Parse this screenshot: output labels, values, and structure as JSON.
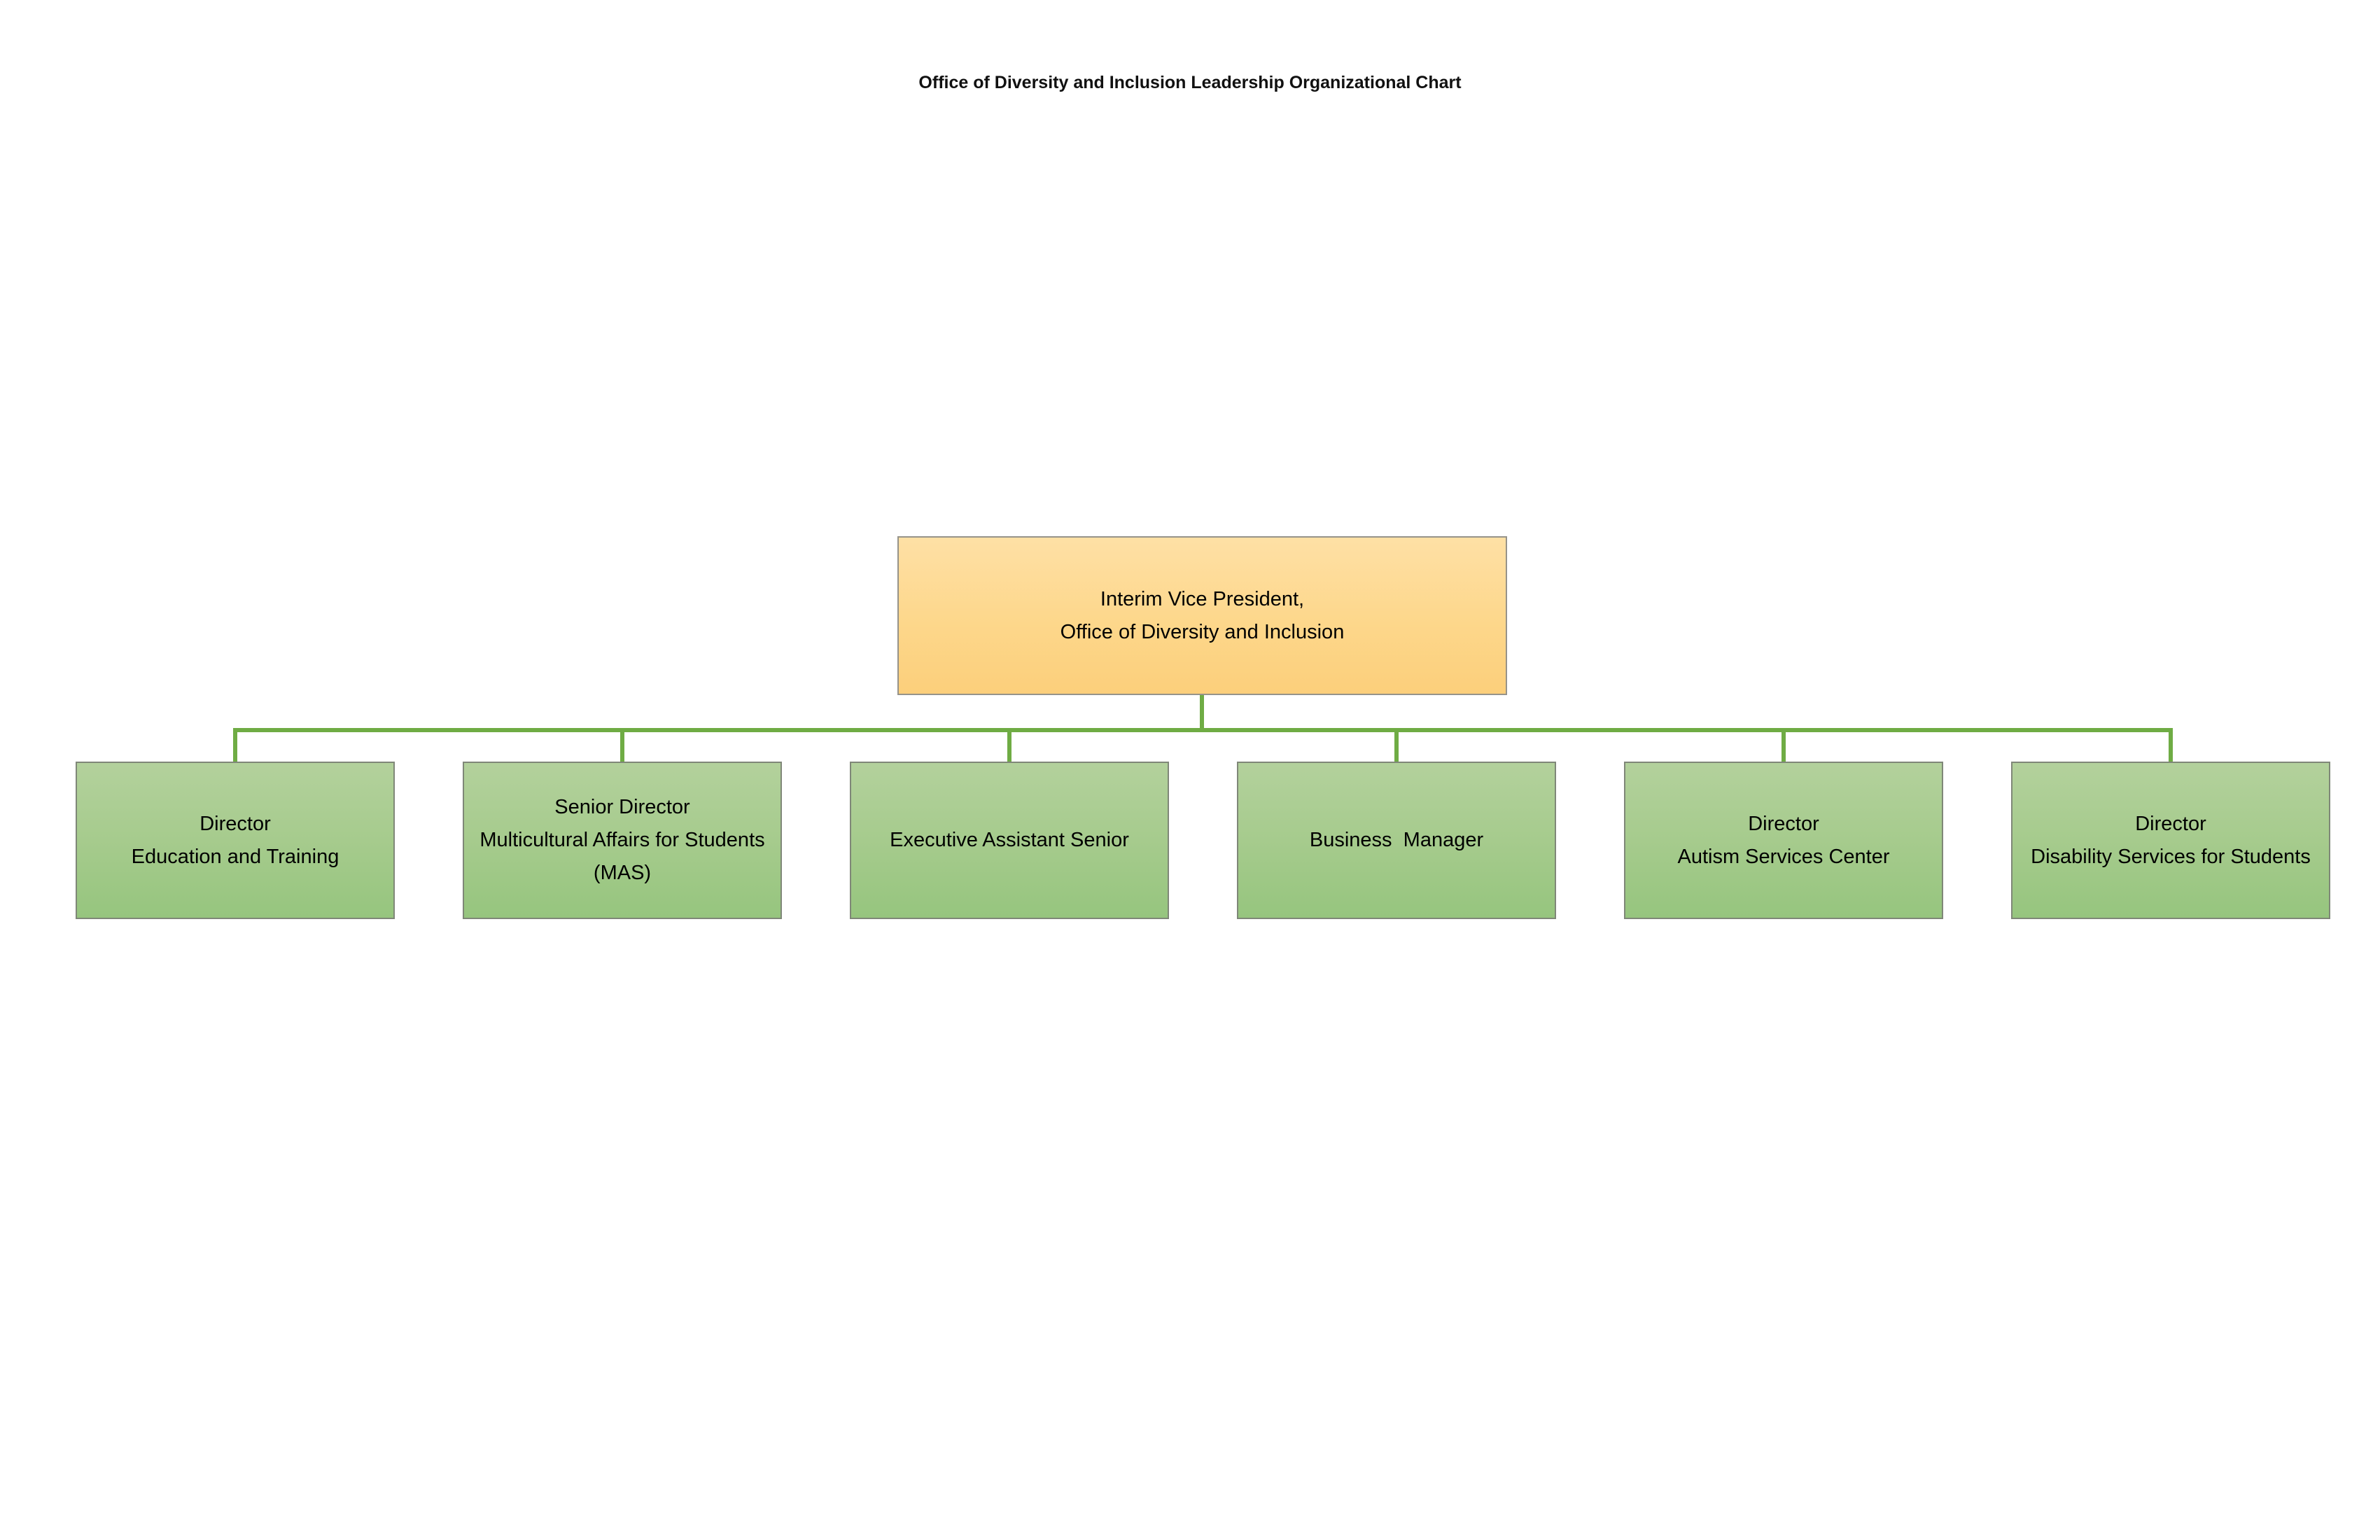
{
  "title": "Office of Diversity and Inclusion Leadership Organizational Chart",
  "org_chart": {
    "root": {
      "lines": [
        "Interim Vice President,",
        "Office of Diversity and Inclusion"
      ]
    },
    "children": [
      {
        "lines": [
          "Director",
          "Education and Training"
        ]
      },
      {
        "lines": [
          "Senior Director",
          "Multicultural Affairs for Students",
          "(MAS)"
        ]
      },
      {
        "lines": [
          "Executive Assistant Senior"
        ]
      },
      {
        "lines": [
          "Business  Manager"
        ]
      },
      {
        "lines": [
          "Director",
          "Autism Services Center"
        ]
      },
      {
        "lines": [
          "Director",
          "Disability Services for Students"
        ]
      }
    ]
  },
  "colors": {
    "root_fill_top": "#fee0a5",
    "root_fill_bottom": "#fccf7b",
    "root_border": "#96938a",
    "child_fill_top": "#b3d19c",
    "child_fill_bottom": "#96c57e",
    "child_border": "#7f8778",
    "connector": "#6fac44",
    "text": "#000000",
    "background": "#ffffff"
  }
}
